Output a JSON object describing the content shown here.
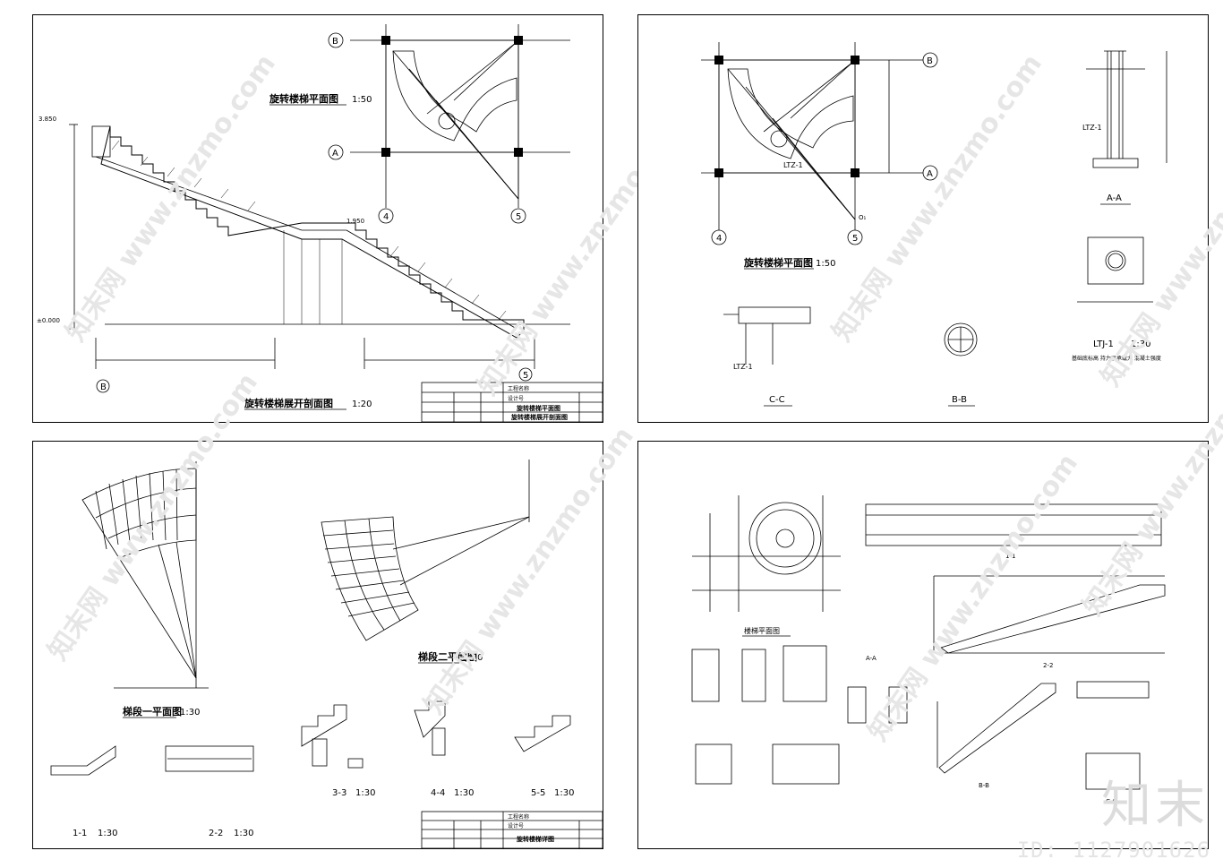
{
  "sheets": [
    {
      "id": "top-left",
      "plan_title": "旋转楼梯平面图",
      "plan_scale": "1:50",
      "section_title": "旋转楼梯展开剖面图",
      "section_scale": "1:20",
      "axes": [
        "B",
        "A",
        "4",
        "5",
        "5",
        "B"
      ],
      "levels": [
        "3.850",
        "1.950",
        "±0.000"
      ],
      "title_block": [
        "工程名称",
        "设计号",
        "旋转楼梯平面图",
        "旋转楼梯展开剖面图"
      ]
    },
    {
      "id": "top-right",
      "plan_title": "旋转楼梯平面图",
      "plan_scale": "1:50",
      "axes": [
        "B",
        "A",
        "4",
        "5"
      ],
      "labels": [
        "LTZ-1",
        "LTZ-1",
        "O₁"
      ],
      "sections": [
        {
          "name": "A-A",
          "scale": ""
        },
        {
          "name": "C-C",
          "scale": ""
        },
        {
          "name": "B-B",
          "scale": ""
        },
        {
          "name": "LTJ-1",
          "scale": "1:30"
        }
      ],
      "note": "基础底标高 持力层承载力 混凝土强度"
    },
    {
      "id": "bottom-left",
      "views": [
        {
          "name": "梯段一平面图",
          "scale": "1:30"
        },
        {
          "name": "梯段二平面图",
          "scale": "1:30"
        },
        {
          "name": "1-1",
          "scale": "1:30"
        },
        {
          "name": "2-2",
          "scale": "1:30"
        },
        {
          "name": "3-3",
          "scale": "1:30"
        },
        {
          "name": "4-4",
          "scale": "1:30"
        },
        {
          "name": "5-5",
          "scale": "1:30"
        }
      ],
      "title_block": [
        "工程名称",
        "设计号",
        "旋转楼梯详图"
      ]
    },
    {
      "id": "bottom-right",
      "views": [
        "楼梯平面图",
        "1-1",
        "2-2",
        "A-A",
        "B-B",
        "C-C"
      ]
    }
  ],
  "watermark": "知末网 www.znzmo.com",
  "brand": "知末",
  "id_text": "ID: 1127901626"
}
